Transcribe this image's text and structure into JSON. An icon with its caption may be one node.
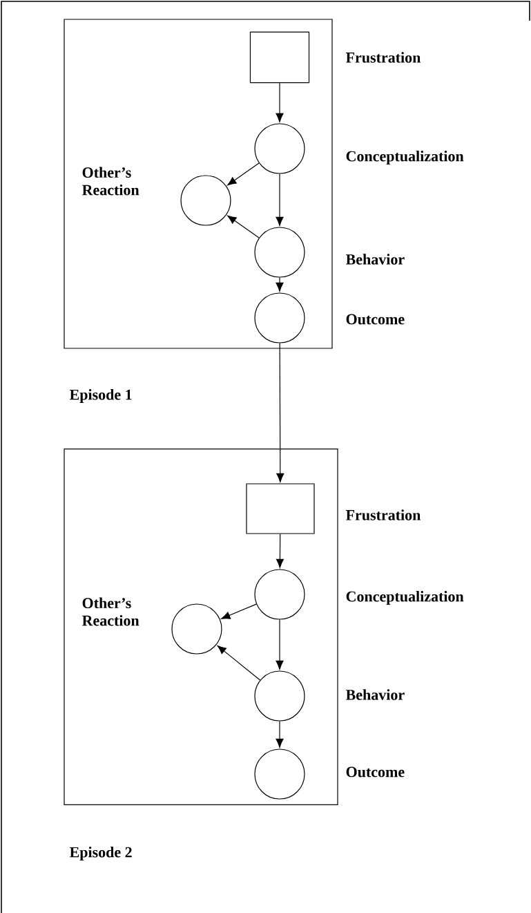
{
  "diagram": {
    "nodes": [
      {
        "text": [
          "Episode 1"
        ]
      },
      {
        "text": [],
        "shape": "box",
        "in": 0,
        "beside": [
          "Frustration"
        ]
      },
      {
        "text": [],
        "shape": "circle",
        "in": 0,
        "beside": [
          "Conceptualization"
        ]
      },
      {
        "text": [],
        "shape": "circle",
        "in": 0,
        "beside": [
          "Other’s Reaction"
        ]
      },
      {
        "text": [],
        "shape": "circle",
        "in": 0,
        "beside": [
          "Behavior"
        ]
      },
      {
        "text": [],
        "shape": "circle",
        "in": 0,
        "beside": [
          "Outcome"
        ]
      },
      {
        "text": [
          "Episode 2"
        ]
      },
      {
        "text": [],
        "shape": "box",
        "in": 6,
        "beside": [
          "Frustration"
        ]
      },
      {
        "text": [],
        "shape": "circle",
        "in": 6,
        "beside": [
          "Conceptualization"
        ]
      },
      {
        "text": [],
        "shape": "circle",
        "in": 6,
        "beside": [
          "Other’s Reaction"
        ]
      },
      {
        "text": [],
        "shape": "circle",
        "in": 6,
        "beside": [
          "Behavior"
        ]
      },
      {
        "text": [],
        "shape": "circle",
        "in": 6,
        "beside": [
          "Outcome"
        ]
      }
    ],
    "edges": [
      {
        "from": 1,
        "to": 2,
        "arrow": "to"
      },
      {
        "from": 2,
        "to": 3,
        "arrow": "to"
      },
      {
        "from": 2,
        "to": 4,
        "arrow": "to"
      },
      {
        "from": 4,
        "to": 3,
        "arrow": "to"
      },
      {
        "from": 4,
        "to": 5,
        "arrow": "to"
      },
      {
        "from": 5,
        "to": 7,
        "arrow": "to"
      },
      {
        "from": 7,
        "to": 8,
        "arrow": "to"
      },
      {
        "from": 8,
        "to": 9,
        "arrow": "to"
      },
      {
        "from": 8,
        "to": 10,
        "arrow": "to"
      },
      {
        "from": 10,
        "to": 9,
        "arrow": "to"
      },
      {
        "from": 10,
        "to": 11,
        "arrow": "to"
      }
    ]
  }
}
